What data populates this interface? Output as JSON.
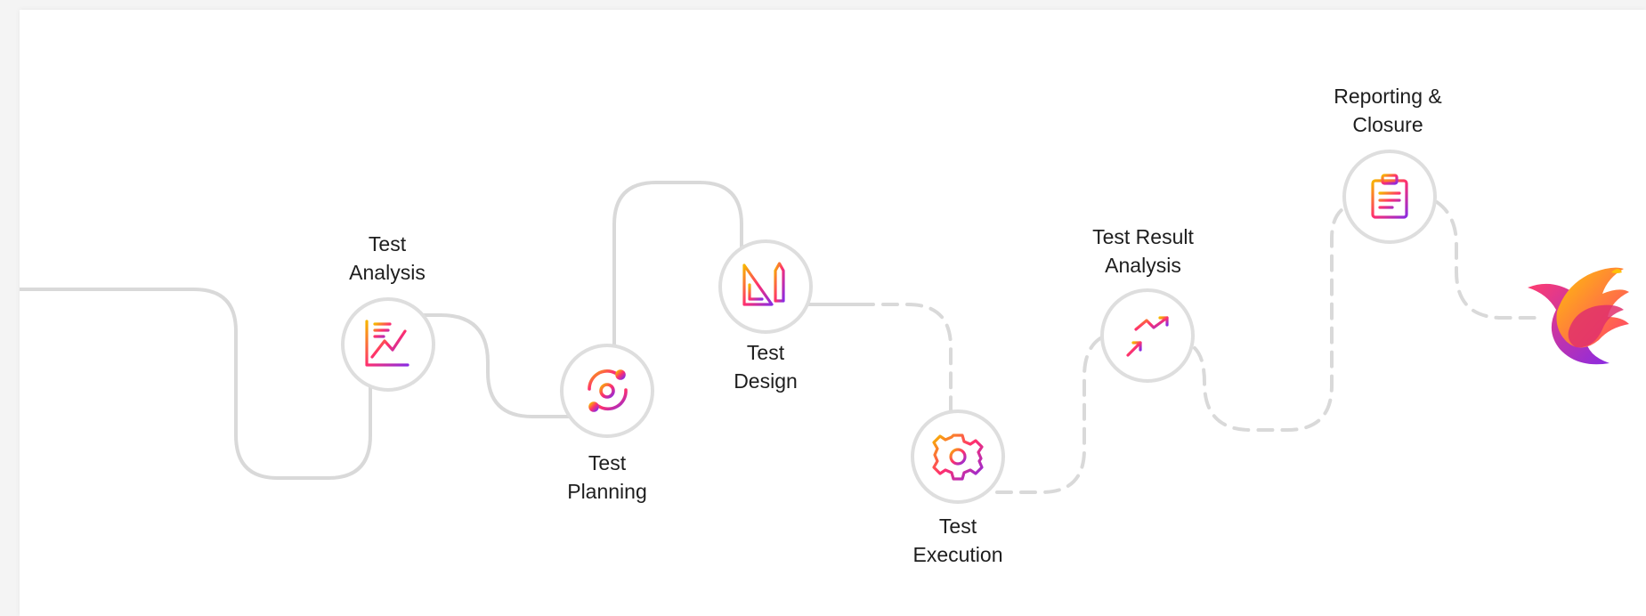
{
  "stages": [
    {
      "id": "test-analysis",
      "label": "Test\nAnalysis",
      "icon": "line-chart-icon"
    },
    {
      "id": "test-planning",
      "label": "Test\nPlanning",
      "icon": "target-cycle-icon"
    },
    {
      "id": "test-design",
      "label": "Test\nDesign",
      "icon": "ruler-pencil-icon"
    },
    {
      "id": "test-execution",
      "label": "Test\nExecution",
      "icon": "gear-icon"
    },
    {
      "id": "test-result-analysis",
      "label": "Test Result\nAnalysis",
      "icon": "trend-arrows-icon"
    },
    {
      "id": "reporting-closure",
      "label": "Reporting &\nClosure",
      "icon": "clipboard-icon"
    }
  ],
  "brand": {
    "logo": "hummingbird-logo"
  },
  "colors": {
    "path_solid": "#d9d9d9",
    "path_dashed": "#d9d9d9",
    "gradient_start": "#f7b500",
    "gradient_mid": "#ff2f6e",
    "gradient_end": "#8a2be2"
  }
}
